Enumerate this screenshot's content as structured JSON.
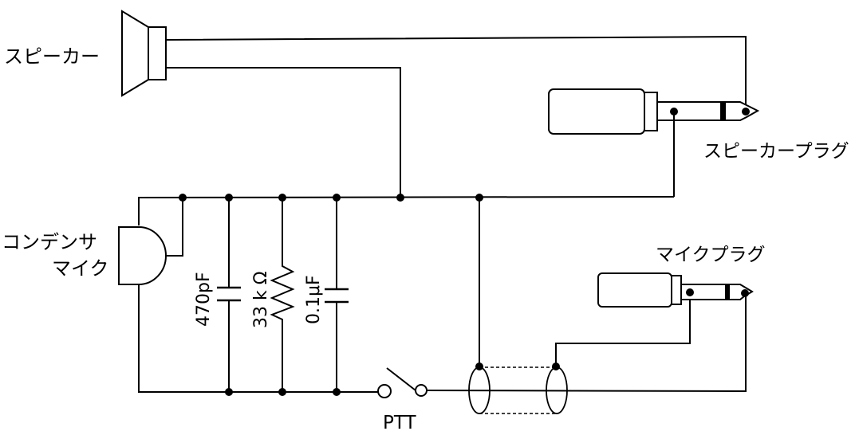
{
  "labels": {
    "speaker": "スピーカー",
    "speaker_plug": "スピーカープラグ",
    "condenser_mic_line1": "コンデンサ",
    "condenser_mic_line2": "マイク",
    "mic_plug": "マイクプラグ",
    "capacitor_470": "470pF",
    "resistor_33k": "33 k Ω",
    "capacitor_01": "0.1μF",
    "ptt": "PTT"
  }
}
